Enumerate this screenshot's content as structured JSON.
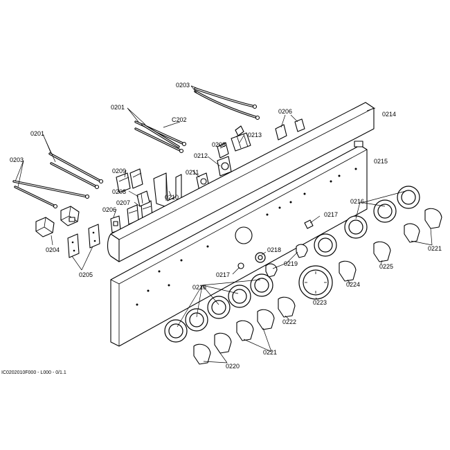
{
  "callouts": {
    "c0203_top": "0203",
    "c0203_left": "0203",
    "c0201_top": "0201",
    "c0201_left": "0201",
    "c0202": "C202",
    "c0206_top": "0206",
    "c0206_left": "0206",
    "c0213": "0213",
    "c0214": "0214",
    "c0208_right": "0208",
    "c0208_left": "0208",
    "c0212": "0212",
    "c0215": "0215",
    "c0209": "0209",
    "c0211": "0211",
    "c0210": "0210",
    "c0207": "0207",
    "c0204": "0204",
    "c0205": "0205",
    "c0216_right": "0216",
    "c0216_left": "0216",
    "c0217_right": "0217",
    "c0217_left": "0217",
    "c0218": "0218",
    "c0219": "0219",
    "c0221_right": "0221",
    "c0221_bottom": "0221",
    "c0225": "0225",
    "c0224": "0224",
    "c0223": "0223",
    "c0222": "0222",
    "c0220": "0220"
  },
  "footer": {
    "code": "IC0202010F000 - L000 - 0/1.1"
  }
}
